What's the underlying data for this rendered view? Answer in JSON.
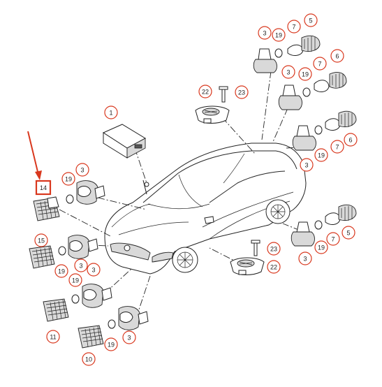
{
  "diagram": {
    "accent_color": "#d9381e",
    "callouts": [
      {
        "label": "1"
      },
      {
        "label": "3"
      },
      {
        "label": "19"
      },
      {
        "label": "7"
      },
      {
        "label": "5"
      },
      {
        "label": "3"
      },
      {
        "label": "19"
      },
      {
        "label": "7"
      },
      {
        "label": "6"
      },
      {
        "label": "22"
      },
      {
        "label": "23"
      },
      {
        "label": "3"
      },
      {
        "label": "19"
      },
      {
        "label": "7"
      },
      {
        "label": "6"
      },
      {
        "label": "19"
      },
      {
        "label": "3"
      },
      {
        "label": "15"
      },
      {
        "label": "19"
      },
      {
        "label": "3"
      },
      {
        "label": "19"
      },
      {
        "label": "3"
      },
      {
        "label": "11"
      },
      {
        "label": "19"
      },
      {
        "label": "3"
      },
      {
        "label": "10"
      },
      {
        "label": "23"
      },
      {
        "label": "22"
      },
      {
        "label": "7"
      },
      {
        "label": "5"
      },
      {
        "label": "3"
      },
      {
        "label": "19"
      }
    ],
    "highlighted_callout": {
      "label": "14"
    }
  }
}
